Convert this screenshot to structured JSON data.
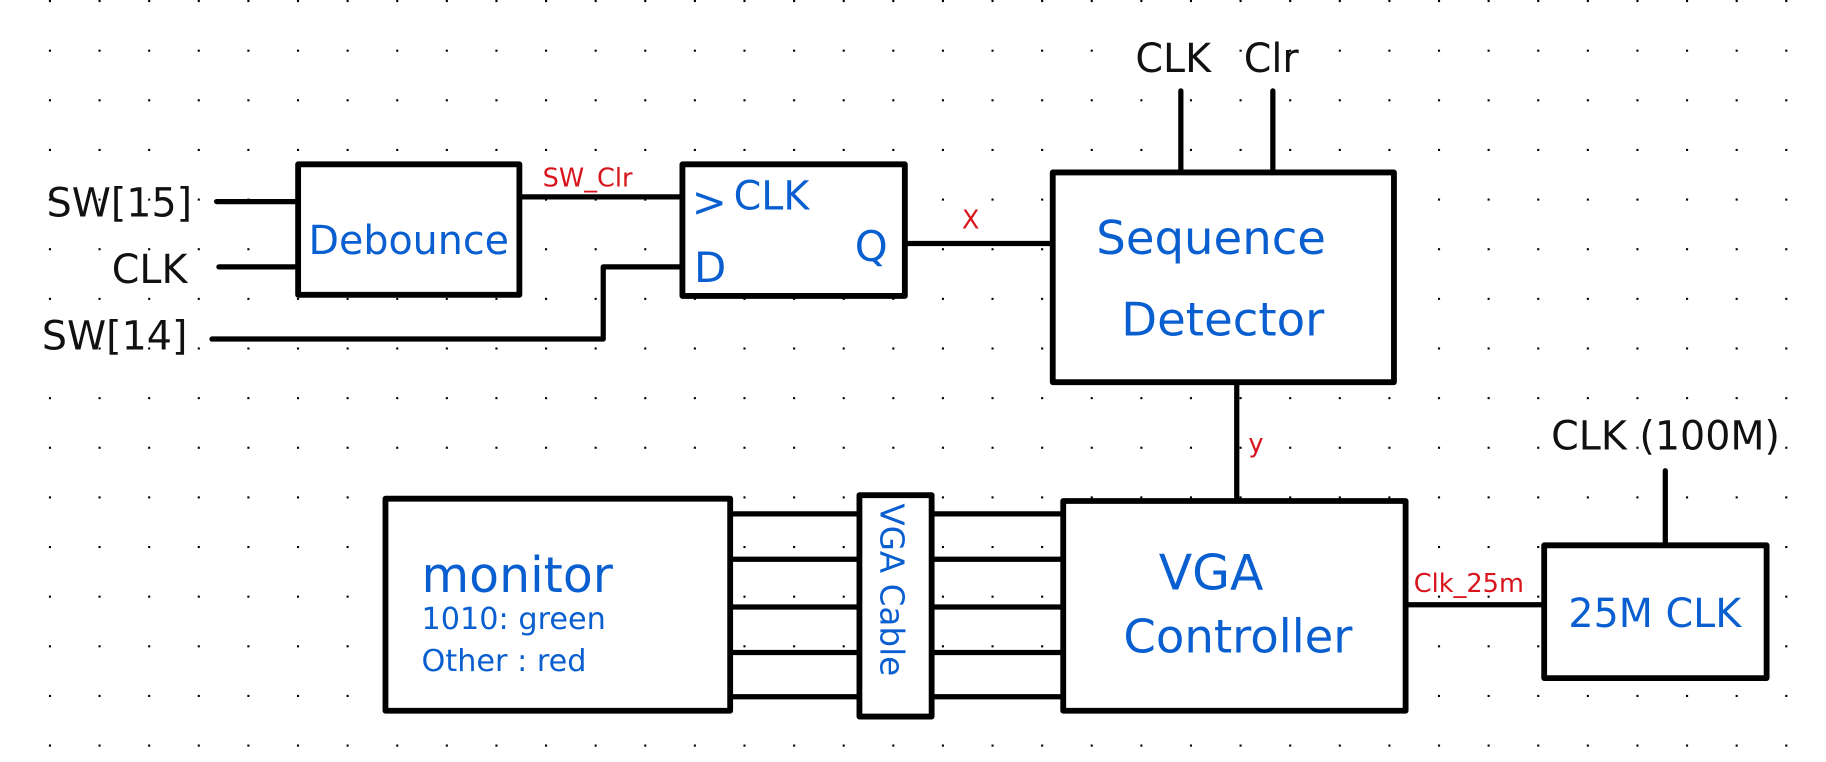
{
  "colors": {
    "background": "#ffffff",
    "wire": "#000000",
    "block_text": "#0a5fd0",
    "signal_text": "#d8141c",
    "port_text": "#111111"
  },
  "inputs": {
    "sw15": "SW[15]",
    "clk": "CLK",
    "sw14": "SW[14]"
  },
  "blocks": {
    "debounce": {
      "label": "Debounce"
    },
    "flipflop": {
      "clk_label": "CLK",
      "d_label": "D",
      "q_label": "Q",
      "clk_marker": ">"
    },
    "sequence_detector": {
      "line1": "Sequence",
      "line2": "Detector",
      "port_clk": "CLK",
      "port_clr": "Clr"
    },
    "vga_controller": {
      "line1": "VGA",
      "line2": "Controller"
    },
    "clk25": {
      "label": "25M CLK",
      "input_label": "CLK (100M)"
    },
    "vga_cable": {
      "label": "VGA Cable"
    },
    "monitor": {
      "title": "monitor",
      "line1": "1010: green",
      "line2": "Other : red"
    }
  },
  "signals": {
    "sw_clr": "SW_Clr",
    "x": "X",
    "y": "y",
    "clk_25m": "Clk_25m"
  }
}
